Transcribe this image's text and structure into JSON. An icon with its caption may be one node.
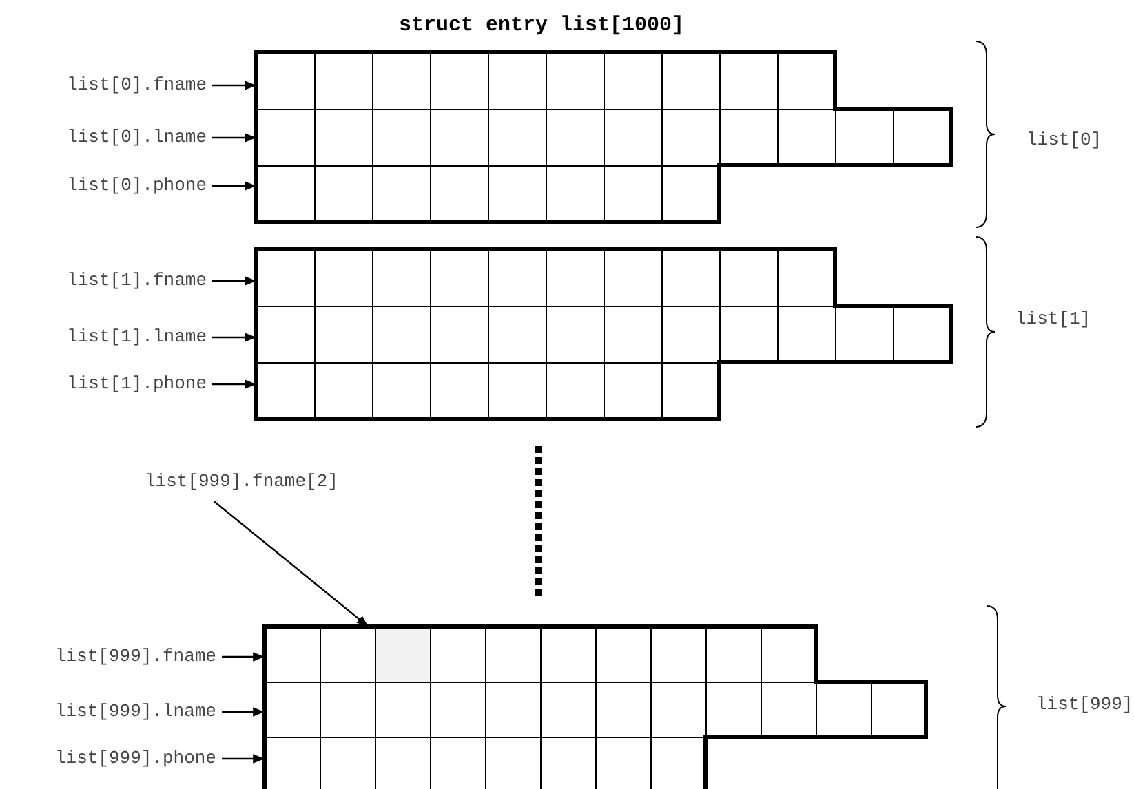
{
  "diagram": {
    "title": "struct entry list[1000]",
    "nodes": [
      {
        "text": [
          "list[0].fname"
        ]
      },
      {
        "text": [
          "list[0].lname"
        ]
      },
      {
        "text": [
          "list[0].phone"
        ]
      },
      {
        "text": [],
        "shape": "box"
      },
      {
        "text": [],
        "shape": "box"
      },
      {
        "text": [],
        "shape": "box"
      },
      {
        "text": [
          "list[1].fname"
        ]
      },
      {
        "text": [
          "list[1].lname"
        ]
      },
      {
        "text": [
          "list[1].phone"
        ]
      },
      {
        "text": [],
        "shape": "box"
      },
      {
        "text": [],
        "shape": "box"
      },
      {
        "text": [],
        "shape": "box"
      },
      {
        "text": [
          "list[999].fname[2]"
        ]
      },
      {
        "text": [
          "list[999].fname"
        ]
      },
      {
        "text": [
          "list[999].lname"
        ]
      },
      {
        "text": [
          "list[999].phone"
        ]
      },
      {
        "text": [],
        "shape": "box"
      },
      {
        "text": [],
        "shape": "box"
      },
      {
        "text": [],
        "shape": "box"
      },
      {
        "text": [],
        "shape": "box",
        "in": 16
      }
    ],
    "edges": [
      {
        "from": 0,
        "to": 3,
        "arrow": "to"
      },
      {
        "from": 1,
        "to": 4,
        "arrow": "to"
      },
      {
        "from": 2,
        "to": 5,
        "arrow": "to"
      },
      {
        "from": 6,
        "to": 9,
        "arrow": "to"
      },
      {
        "from": 7,
        "to": 10,
        "arrow": "to"
      },
      {
        "from": 8,
        "to": 11,
        "arrow": "to"
      },
      {
        "from": 13,
        "to": 16,
        "arrow": "to"
      },
      {
        "from": 14,
        "to": 17,
        "arrow": "to"
      },
      {
        "from": 15,
        "to": 18,
        "arrow": "to"
      },
      {
        "from": 12,
        "to": 19,
        "arrow": "to"
      }
    ],
    "labels": [
      "list[0]",
      "list[1]",
      "list[999]"
    ]
  }
}
